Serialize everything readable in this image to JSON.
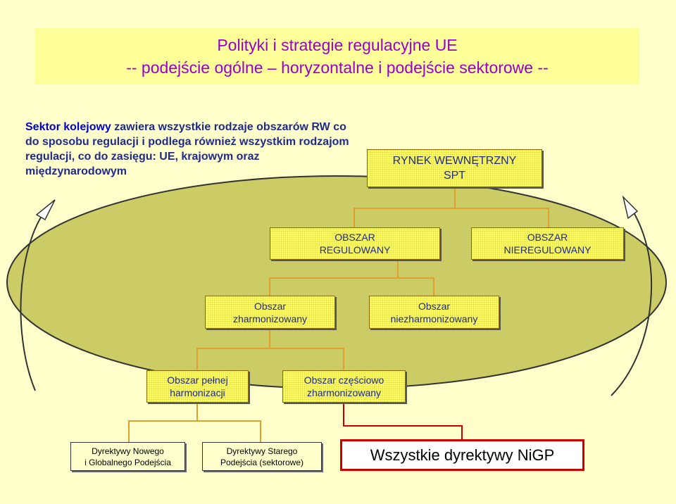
{
  "title": {
    "line1": "Polityki i strategie regulacyjne UE",
    "line2": "-- podejście ogólne – horyzontalne i podejście sektorowe --"
  },
  "description": {
    "highlight": "Sektor kolejowy",
    "rest": " zawiera wszystkie rodzaje obszarów RW co do sposobu regulacji i podlega również wszystkim rodzajom regulacji, co do zasięgu: UE, krajowym oraz międzynarodowym"
  },
  "nodes": {
    "rynek": [
      "RYNEK WEWNĘTRZNY",
      "SPT"
    ],
    "regulowany": [
      "OBSZAR",
      "REGULOWANY"
    ],
    "nieregulowany": [
      "OBSZAR",
      "NIEREGULOWANY"
    ],
    "zharmonizowany": [
      "Obszar",
      "zharmonizowany"
    ],
    "niezharmonizowany": [
      "Obszar",
      "niezharmonizowany"
    ],
    "pelnej": [
      "Obszar pełnej",
      "harmonizacji"
    ],
    "czesciowo": [
      "Obszar częściowo",
      "zharmonizowany"
    ],
    "nowe": [
      "Dyrektywy Nowego",
      "i Globalnego Podejścia"
    ],
    "stare": [
      "Dyrektywy Starego",
      "Podejścia (sektorowe)"
    ],
    "wszystkie": "Wszystkie dyrektywy NiGP"
  },
  "colors": {
    "background": "#ffffcc",
    "title_box": "#ffff99",
    "title_text": "#9900cc",
    "ellipse": "#cccc66",
    "box": "#ffff66",
    "connector": "#e0a030",
    "highlight_border": "#cc0000"
  }
}
